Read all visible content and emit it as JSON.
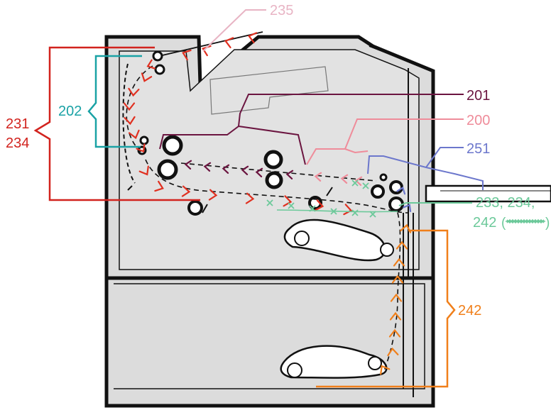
{
  "labels": {
    "l235": "235",
    "l201": "201",
    "l200": "200",
    "l251": "251",
    "l202": "202",
    "l231": "231",
    "l234": "234",
    "l233": "233, 234,",
    "l242a": "242",
    "l242b": "242"
  },
  "colors": {
    "body_fill": "#dcdcdc",
    "outline": "#111111",
    "c235": "#e8b4c4",
    "c201": "#6b1540",
    "c200": "#ef8c9a",
    "c251": "#6c77cc",
    "c202": "#1aa2a5",
    "c231": "#d2231e",
    "c233": "#6cc99a",
    "c242": "#f07f1a",
    "red_arrow": "#e03020",
    "purple_arrow": "#6b1540",
    "pink_arrow": "#ef8c9a",
    "roller_fill": "#ffffff"
  }
}
